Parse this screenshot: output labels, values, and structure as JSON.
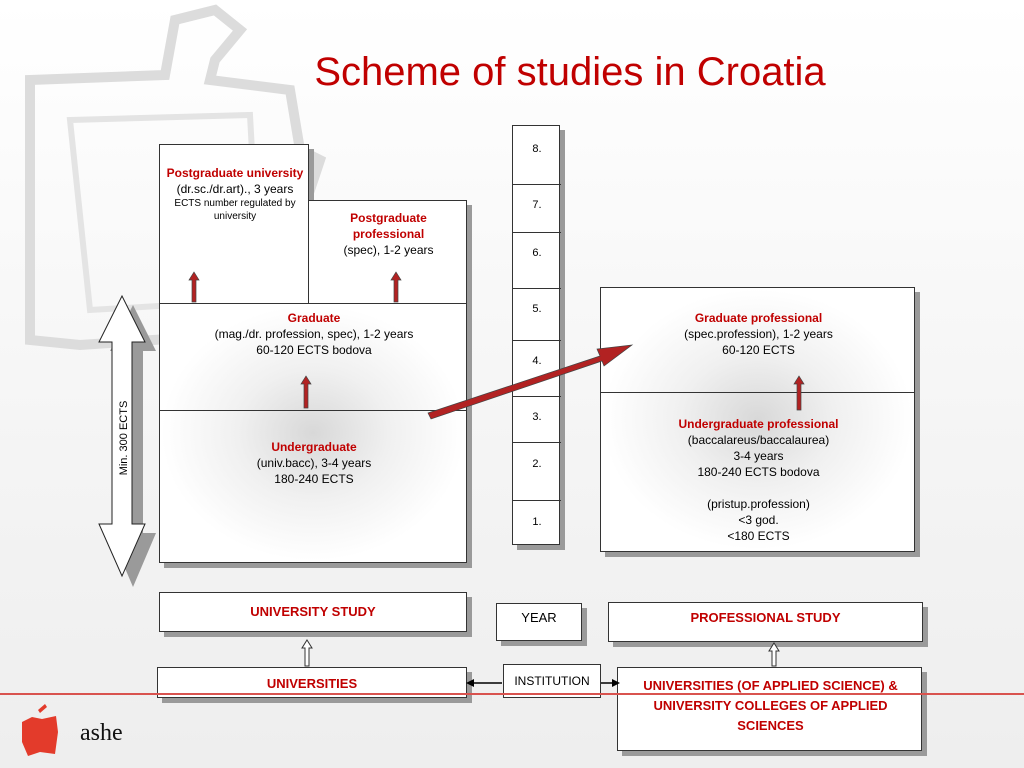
{
  "title": "Scheme of studies in Croatia",
  "university": {
    "postgraduate_university": {
      "title": "Postgraduate university",
      "line1": "(dr.sc./dr.art)., 3 years",
      "line2": "ECTS number regulated by university"
    },
    "postgraduate_professional": {
      "title": "Postgraduate professional",
      "line1": "(spec), 1-2 years"
    },
    "graduate": {
      "title": "Graduate",
      "line1": "(mag./dr. profession, spec), 1-2 years",
      "line2": "60-120 ECTS bodova"
    },
    "undergraduate": {
      "title": "Undergraduate",
      "line1": "(univ.bacc), 3-4 years",
      "line2": "180-240 ECTS"
    }
  },
  "professional": {
    "graduate": {
      "title": "Graduate professional",
      "line1": "(spec.profession), 1-2 years",
      "line2": "60-120 ECTS"
    },
    "undergraduate": {
      "title": "Undergraduate professional",
      "line1": "(baccalareus/baccalaurea)",
      "line2": "3-4 years",
      "line3": "180-240 ECTS bodova",
      "line4": "(pristup.profession)",
      "line5": "<3 god.",
      "line6": "<180 ECTS"
    }
  },
  "years": [
    "8.",
    "7.",
    "6.",
    "5.",
    "4.",
    "3.",
    "2.",
    "1."
  ],
  "min_ects": "Min. 300 ECTS",
  "labels": {
    "university_study": "UNIVERSITY STUDY",
    "year": "YEAR",
    "professional_study": "PROFESSIONAL STUDY",
    "universities": "UNIVERSITIES",
    "institution": "INSTITUTION",
    "applied": "UNIVERSITIES (OF APPLIED SCIENCE) & UNIVERSITY COLLEGES OF APPLIED SCIENCES"
  },
  "logo_text": "ashe",
  "colors": {
    "accent": "#c00000",
    "arrow": "#b22222",
    "divider": "#d9534f"
  }
}
